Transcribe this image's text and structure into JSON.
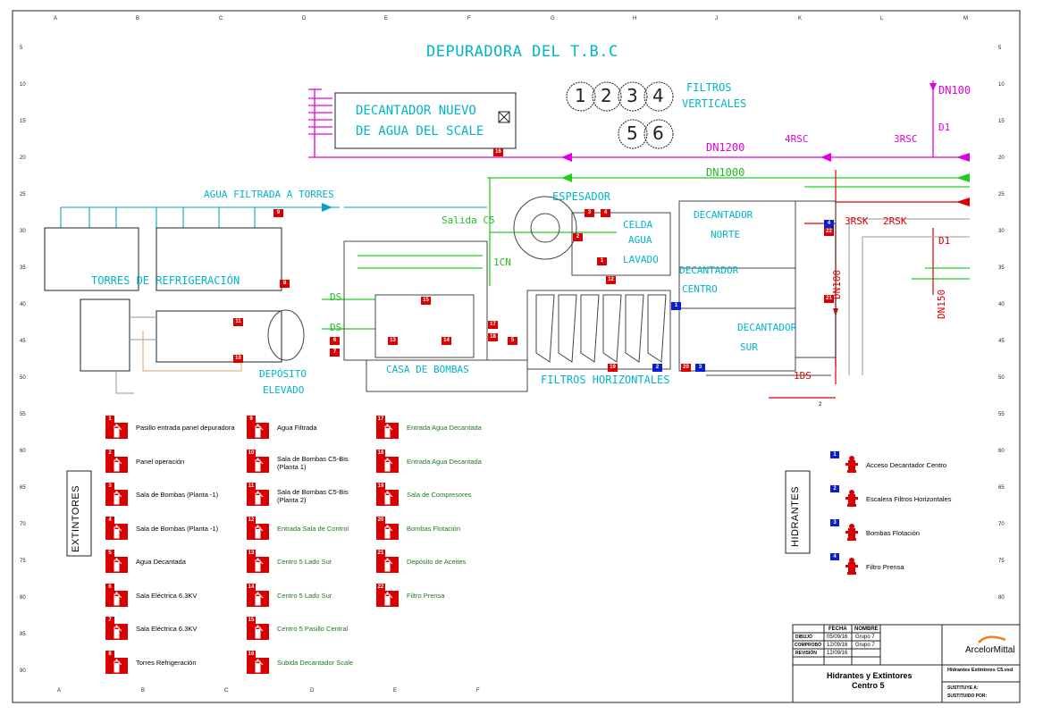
{
  "title": "DEPURADORA DEL T.B.C",
  "grid": {
    "top_letters": [
      "A",
      "B",
      "C",
      "D",
      "E",
      "F",
      "G",
      "H",
      "J",
      "K",
      "L",
      "M"
    ],
    "bottom_letters": [
      "A",
      "B",
      "C",
      "D",
      "E",
      "F"
    ],
    "row_numbers": [
      "5",
      "10",
      "15",
      "20",
      "25",
      "30",
      "35",
      "40",
      "45",
      "50",
      "55",
      "60",
      "65",
      "70",
      "75",
      "80",
      "85",
      "90"
    ]
  },
  "diagram": {
    "decantador_nuevo": "DECANTADOR NUEVO",
    "decantador_nuevo_2": "DE AGUA DEL SCALE",
    "filtros_verticales": "FILTROS",
    "filtros_verticales_2": "VERTICALES",
    "filter_numbers": [
      "1",
      "2",
      "3",
      "4",
      "5",
      "6"
    ],
    "dn100": "DN100",
    "dn1200": "DN1200",
    "dn1000": "DN1000",
    "v4rsc": "4RSC",
    "v3rsc": "3RSC",
    "d1_top": "D1",
    "d1_right": "D1",
    "v3rsk": "3RSK",
    "v2rsk": "2RSK",
    "dn100_v": "DN100",
    "dn150_v": "DN150",
    "agua_filtrada": "AGUA FILTRADA A TORRES",
    "salida_c5": "Salida C5",
    "espesador": "ESPESADOR",
    "celda": "CELDA",
    "celda_2": "AGUA",
    "celda_3": "LAVADO",
    "dec_norte": "DECANTADOR",
    "dec_norte_2": "NORTE",
    "dec_centro": "DECANTADOR",
    "dec_centro_2": "CENTRO",
    "dec_sur": "DECANTADOR",
    "dec_sur_2": "SUR",
    "torres": "TORRES DE REFRIGERACIÓN",
    "v1cn": "1CN",
    "ds1": "DS",
    "ds2": "DS",
    "casa_bombas": "CASA DE BOMBAS",
    "deposito": "DEPÓSITO",
    "deposito_2": "ELEVADO",
    "filtros_horizontales": "FILTROS HORIZONTALES",
    "v1ds": "1DS",
    "note_2": "2"
  },
  "badges_red": [
    "1",
    "2",
    "3",
    "4",
    "5",
    "6",
    "7",
    "8",
    "9",
    "10",
    "11",
    "12",
    "13",
    "14",
    "15",
    "16",
    "17",
    "18",
    "19",
    "20",
    "21",
    "22"
  ],
  "badges_blue": [
    "1",
    "2",
    "3",
    "4"
  ],
  "extintores_title": "EXTINTORES",
  "hidrantes_title": "HIDRANTES",
  "extintores": [
    {
      "n": "1",
      "label": "Pasillo entrada panel depuradora",
      "color": "#000000"
    },
    {
      "n": "2",
      "label": "Panel operación",
      "color": "#000000"
    },
    {
      "n": "3",
      "label": "Sala de Bombas (Planta -1)",
      "color": "#000000"
    },
    {
      "n": "4",
      "label": "Sala de Bombas (Planta -1)",
      "color": "#000000"
    },
    {
      "n": "5",
      "label": "Agua Decantada",
      "color": "#000000"
    },
    {
      "n": "6",
      "label": "Sala Eléctrica 6.3KV",
      "color": "#000000"
    },
    {
      "n": "7",
      "label": "Sala Eléctrica 6.3KV",
      "color": "#000000"
    },
    {
      "n": "8",
      "label": "Torres Refrigeración",
      "color": "#000000"
    },
    {
      "n": "9",
      "label": "Agua Filtrada",
      "color": "#000000"
    },
    {
      "n": "10",
      "label": "Sala de Bombas C5-Bis",
      "label2": "(Planta 1)",
      "color": "#000000"
    },
    {
      "n": "11",
      "label": "Sala de Bombas C5-Bis",
      "label2": "(Planta 2)",
      "color": "#000000"
    },
    {
      "n": "12",
      "label": "Entrada Sala de Control",
      "color": "#1a7a1a"
    },
    {
      "n": "13",
      "label": "Centro 5 Lado Sur",
      "color": "#1a7a1a"
    },
    {
      "n": "14",
      "label": "Centro 5 Lado Sur",
      "color": "#1a7a1a"
    },
    {
      "n": "15",
      "label": "Centro 5 Pasillo Central",
      "color": "#1a7a1a"
    },
    {
      "n": "16",
      "label": "Subida Decantador Scale",
      "color": "#1a7a1a"
    },
    {
      "n": "17",
      "label": "Entrada Agua Decantada",
      "color": "#1a7a1a"
    },
    {
      "n": "18",
      "label": "Entrada Agua Decantada",
      "color": "#1a7a1a"
    },
    {
      "n": "19",
      "label": "Sala de Compresores",
      "color": "#1a7a1a"
    },
    {
      "n": "20",
      "label": "Bombas Flotación",
      "color": "#1a7a1a"
    },
    {
      "n": "21",
      "label": "Depósito de Aceites",
      "color": "#1a7a1a"
    },
    {
      "n": "22",
      "label": "Filtro Prensa",
      "color": "#1a7a1a"
    }
  ],
  "hidrantes": [
    {
      "n": "1",
      "label": "Acceso Decantador Centro"
    },
    {
      "n": "2",
      "label": "Escalera Filtros Horizontales"
    },
    {
      "n": "3",
      "label": "Bombas Flotación"
    },
    {
      "n": "4",
      "label": "Filtro Prensa"
    }
  ],
  "title_block": {
    "col_fecha": "FECHA",
    "col_nombre": "NOMBRE",
    "row1_label": "DIBUJÓ",
    "row1_date": "05/09/16",
    "row1_name": "Grupo 7",
    "row2_label": "COMPROBÓ",
    "row2_date": "12/09/16",
    "row2_name": "Grupo 7",
    "row3_label": "REVISIÓN",
    "row3_date": "12/09/16",
    "logo": "ArcelorMittal",
    "drawing_title": "Hidrantes y Extintores",
    "drawing_title_2": "Centro 5",
    "file_name": "Hidrantes Extintores C5.vsd",
    "sustituye": "SUSTITUYE A:",
    "sustituido": "SUSTITUIDO POR:"
  }
}
